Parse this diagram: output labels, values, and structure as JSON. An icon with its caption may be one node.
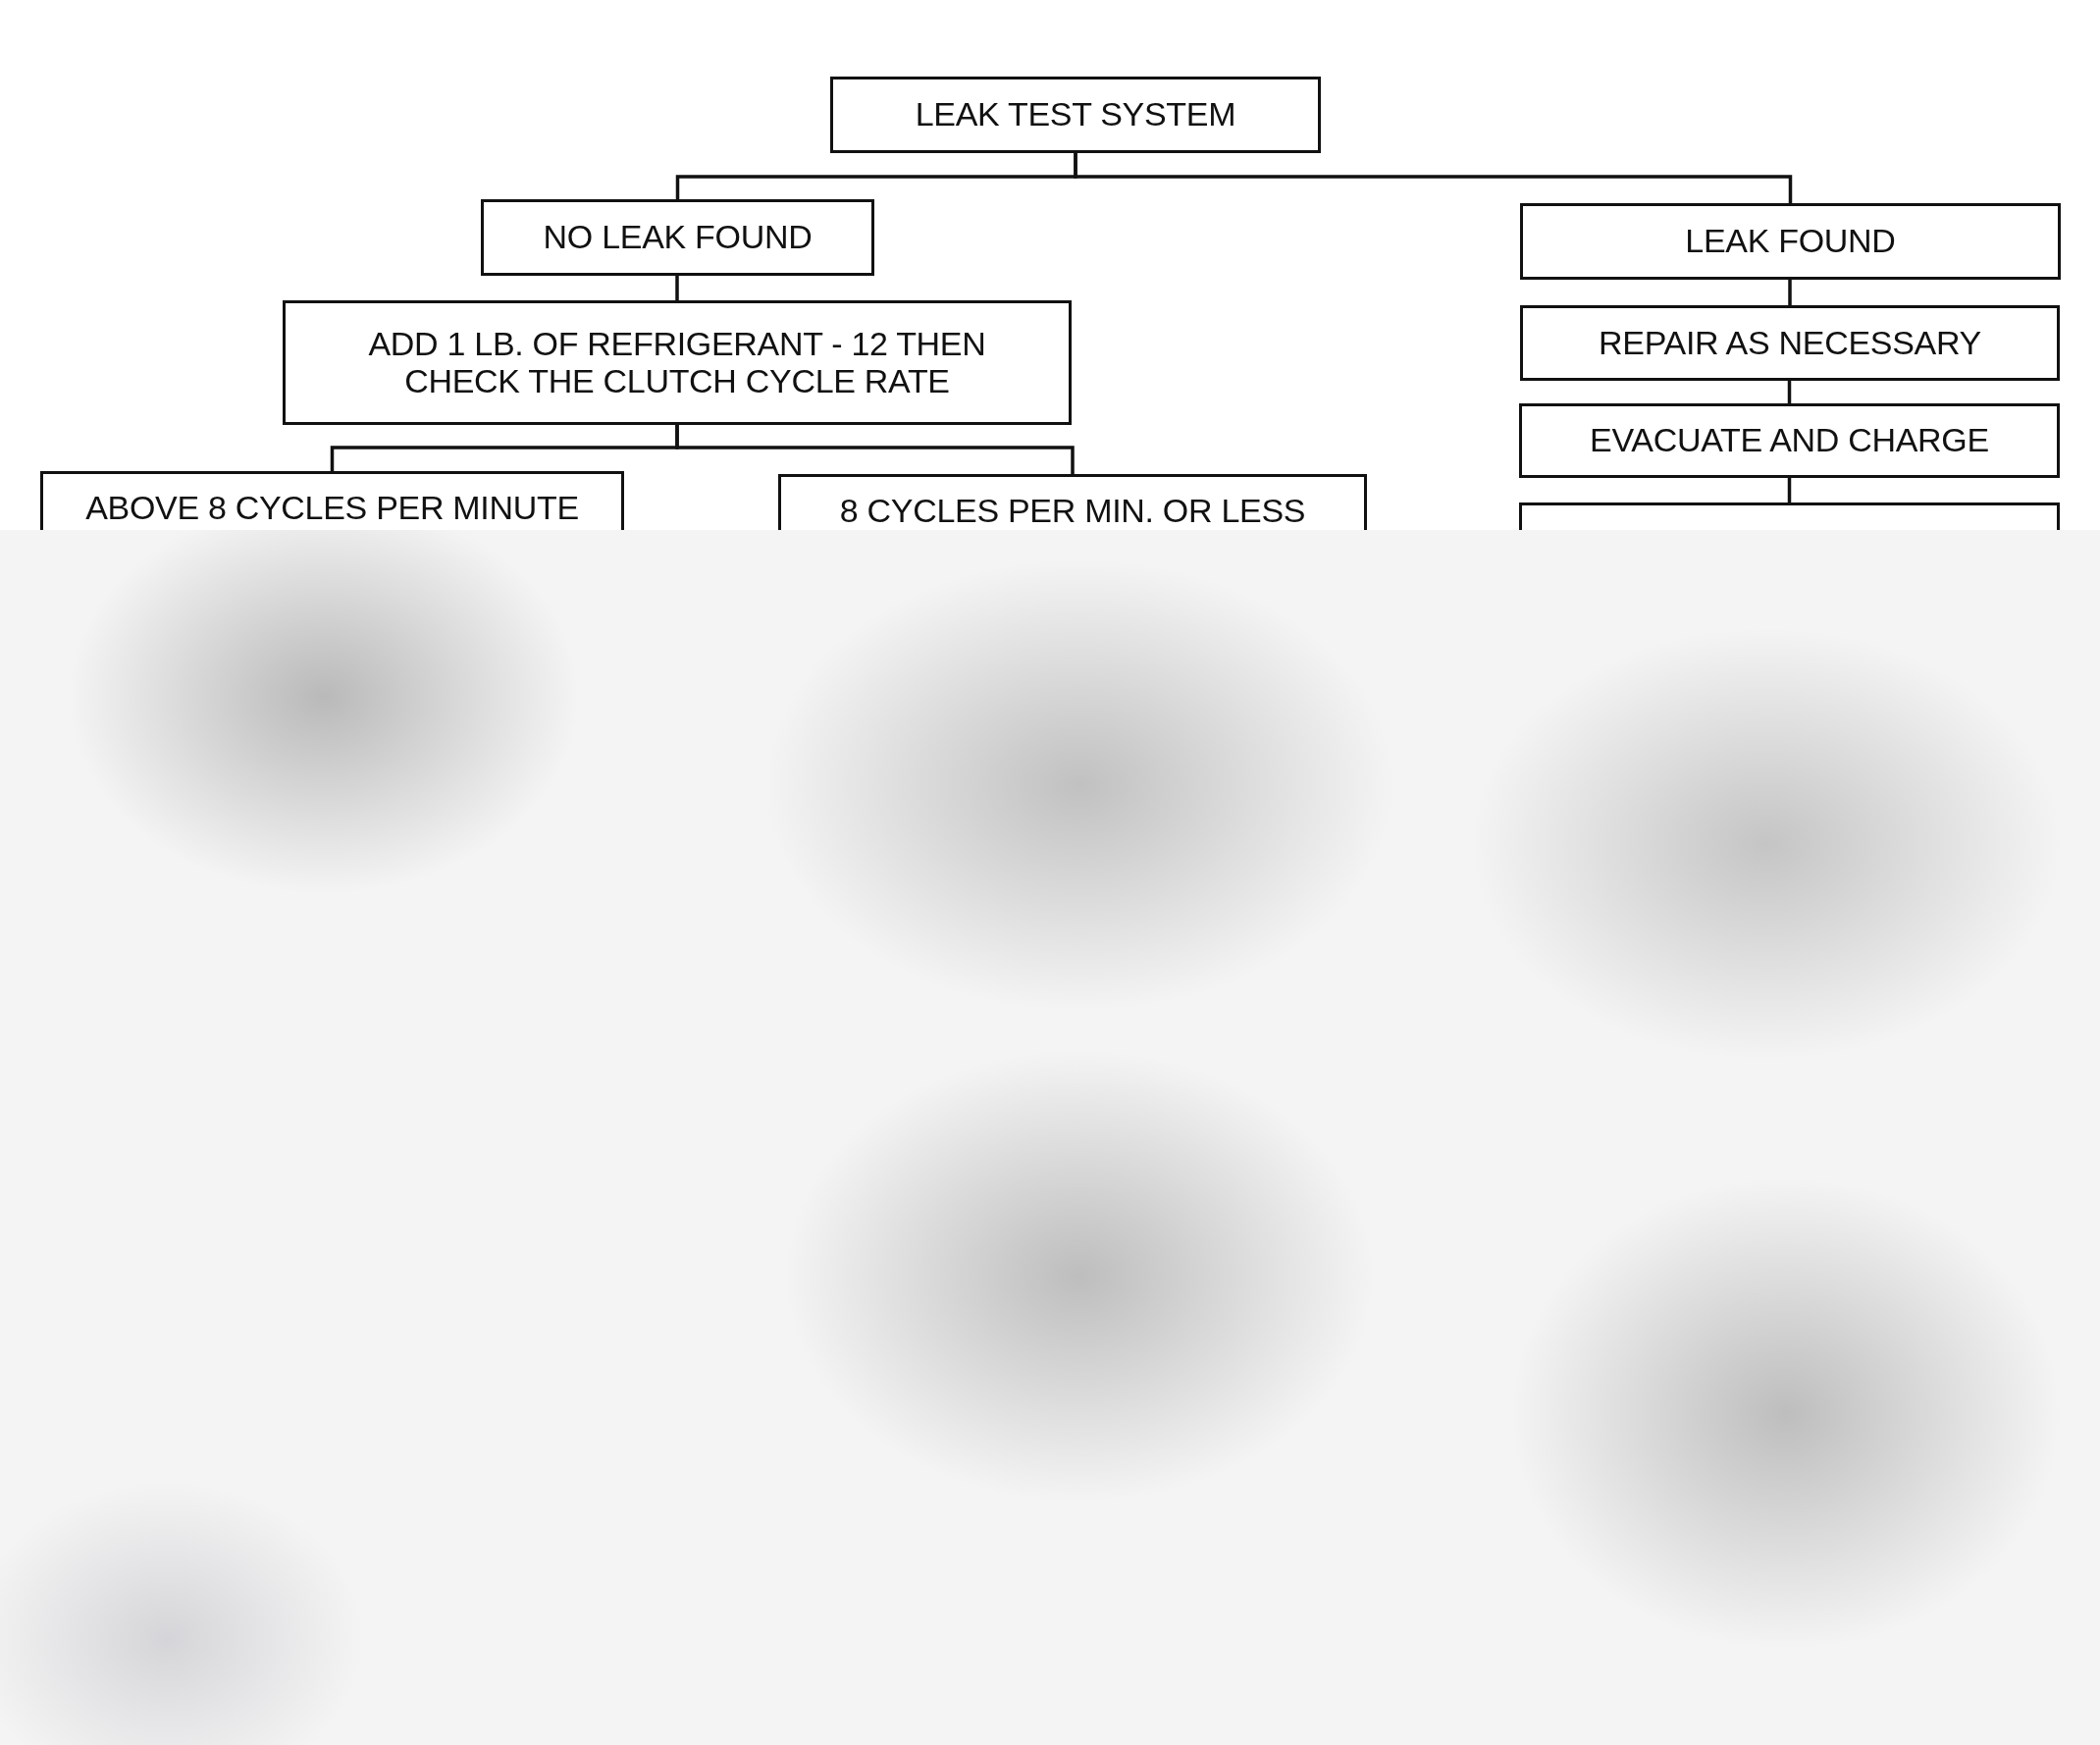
{
  "diagram": {
    "nodes": [
      {
        "text": [
          "LEAK TEST SYSTEM"
        ]
      },
      {
        "text": [
          "NO LEAK FOUND"
        ]
      },
      {
        "text": [
          "LEAK FOUND"
        ]
      },
      {
        "text": [
          "ADD 1 LB. OF REFRIGERANT - 12 THEN CHECK THE CLUTCH CYCLE RATE"
        ]
      },
      {
        "text": [
          "REPAIR AS NECESSARY"
        ]
      },
      {
        "text": [
          "EVACUATE AND CHARGE"
        ]
      },
      {
        "text": [
          "ABOVE 8 CYCLES PER MINUTE"
        ]
      },
      {
        "text": [
          "8 CYCLES PER MIN. OR LESS"
        ]
      },
      {
        "text": [],
        "shape": "box"
      }
    ],
    "edges": [
      {
        "from": 0,
        "to": 1,
        "arrow": "none"
      },
      {
        "from": 0,
        "to": 2,
        "arrow": "none"
      },
      {
        "from": 1,
        "to": 3,
        "arrow": "none"
      },
      {
        "from": 3,
        "to": 6,
        "arrow": "none"
      },
      {
        "from": 3,
        "to": 7,
        "arrow": "none"
      },
      {
        "from": 2,
        "to": 4,
        "arrow": "none"
      },
      {
        "from": 4,
        "to": 5,
        "arrow": "none"
      },
      {
        "from": 5,
        "to": 8,
        "arrow": "none"
      }
    ]
  }
}
